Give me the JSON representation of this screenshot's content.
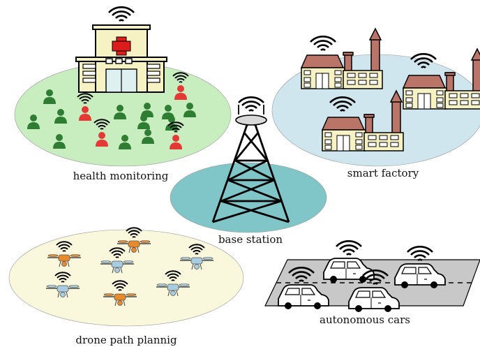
{
  "labels": {
    "health": "health monitoring",
    "factory": "smart factory",
    "base": "base station",
    "drone": "drone path plannig",
    "cars": "autonomous cars"
  },
  "colors": {
    "health_zone": "#c8eec0",
    "factory_zone": "#cfe6ee",
    "base_zone": "#80c5c8",
    "drone_zone": "#f9f7dc",
    "road": "#c8c8c8",
    "person_green": "#2e7d32",
    "person_red": "#e53935",
    "drone_orange": "#e88a2a",
    "drone_blue": "#a9cde0",
    "factory_roof": "#bb7468",
    "factory_wall": "#f7f2c4",
    "hospital_cross": "#dd1c1c"
  }
}
